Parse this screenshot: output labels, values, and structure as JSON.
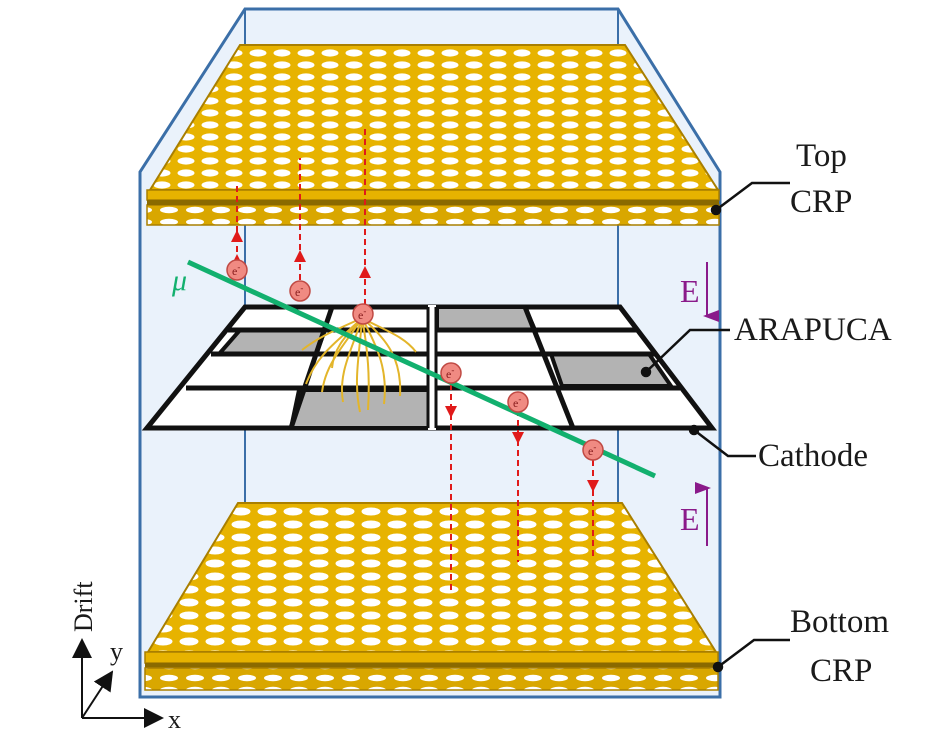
{
  "labels": {
    "top_crp_line1": "Top",
    "top_crp_line2": "CRP",
    "arapuca": "ARAPUCA",
    "cathode": "Cathode",
    "bottom_crp_line1": "Bottom",
    "bottom_crp_line2": "CRP",
    "muon": "μ",
    "efield_upper": "E",
    "efield_lower": "E",
    "electron": "e",
    "electron_sup": "-",
    "axis_drift": "Drift",
    "axis_y": "y",
    "axis_x": "x"
  },
  "colors": {
    "box_edge": "#3b6fa8",
    "box_fill": "#eaf2fb",
    "crp_gold": "#e7b300",
    "crp_gold_dark": "#a97f00",
    "crp_hole": "#ffffff",
    "cathode_frame": "#111111",
    "arapuca_fill": "#b3b3b3",
    "muon_track": "#12b06e",
    "electron_fill": "#f08a82",
    "drift_arrow": "#e01a1a",
    "efield": "#8a1a8a",
    "light_rays": "#e3b52a",
    "leader_line": "#111111"
  },
  "icons": {
    "electron": "electron-circle-icon",
    "axis": "xyz-axis-icon"
  }
}
